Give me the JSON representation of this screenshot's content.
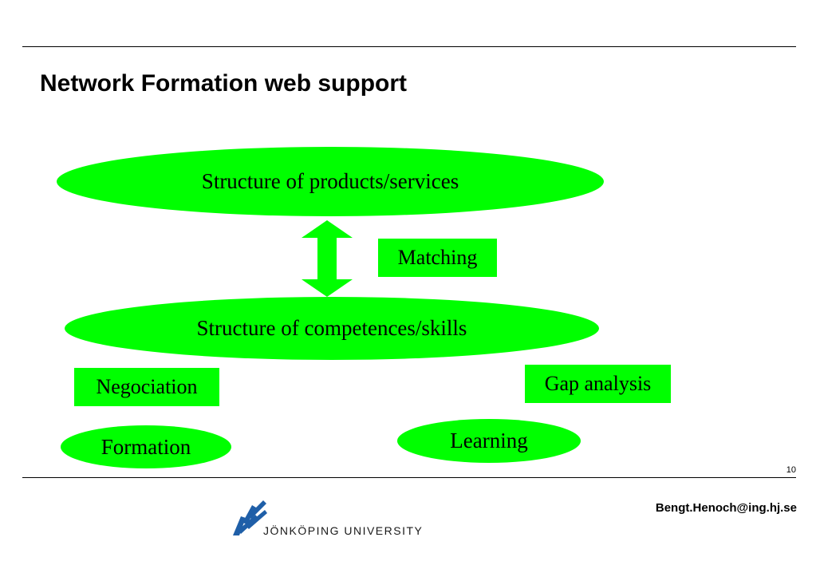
{
  "slide": {
    "title": "Network Formation web support",
    "page_number": "10",
    "email": "Bengt.Henoch@ing.hj.se",
    "logo_text": "JÖNKÖPING UNIVERSITY"
  },
  "diagram": {
    "nodes": {
      "products": "Structure of products/services",
      "competences": "Structure of competences/skills",
      "matching": "Matching",
      "negociation": "Negociation",
      "gap_analysis": "Gap analysis",
      "formation": "Formation",
      "learning": "Learning"
    },
    "colors": {
      "node_fill": "#00ff00",
      "logo_blue": "#1f5fa8"
    }
  }
}
